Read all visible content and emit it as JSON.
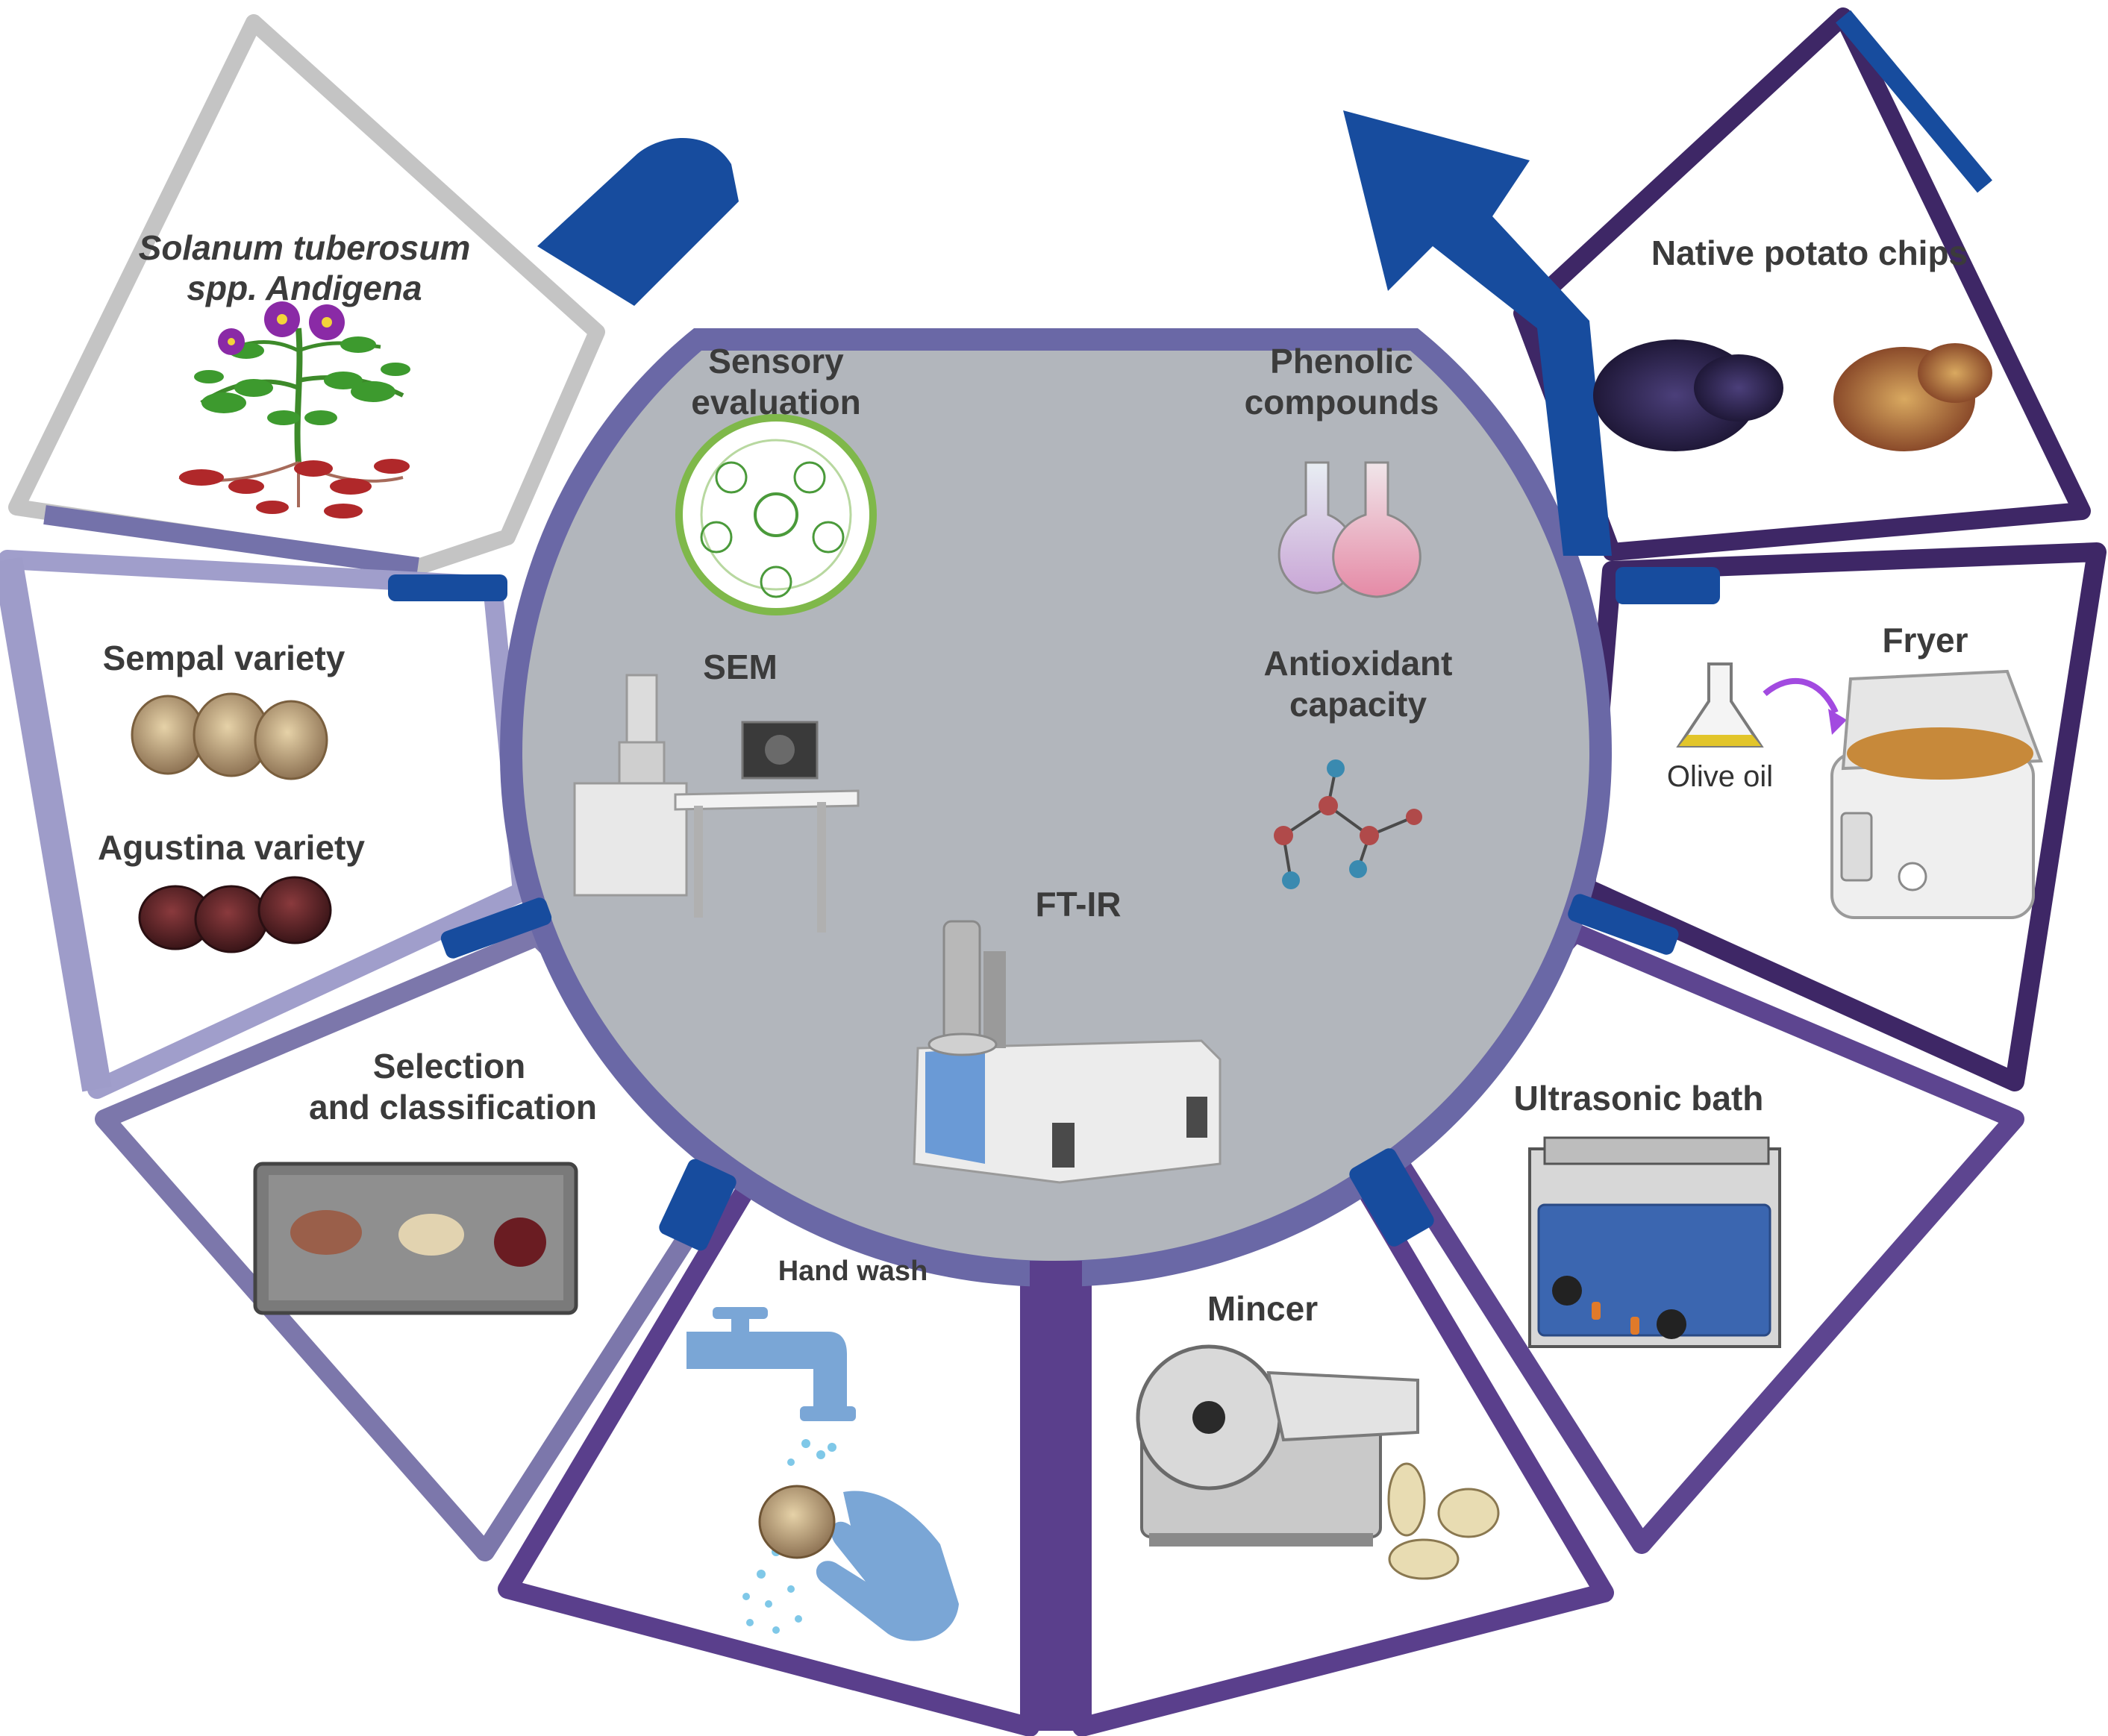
{
  "center": {
    "sensory": [
      "Sensory",
      "evaluation"
    ],
    "phenolic": [
      "Phenolic",
      "compounds"
    ],
    "sem": "SEM",
    "antioxidant": [
      "Antioxidant",
      "capacity"
    ],
    "ftir": "FT-IR"
  },
  "steps": {
    "plant": [
      "Solanum tuberosum",
      "spp. Andigena"
    ],
    "sempal": "Sempal variety",
    "agustina": "Agustina variety",
    "selection": [
      "Selection",
      "and classification"
    ],
    "handwash": "Hand wash",
    "mincer": "Mincer",
    "ultrasonic": "Ultrasonic bath",
    "fryer": "Fryer",
    "olive_oil": "Olive oil",
    "chips": "Native potato chips"
  },
  "icons": {
    "plant": "potato-plant-icon",
    "sempal": "sempal-potatoes-icon",
    "agustina": "agustina-potatoes-icon",
    "tray": "potato-tray-icon",
    "faucet": "faucet-icon",
    "slicer": "slicer-icon",
    "bath": "ultrasonic-bath-icon",
    "flask": "olive-oil-flask-icon",
    "fryer": "fryer-icon",
    "chips": "potato-chips-icon",
    "sensory": "sensory-wheel-icon",
    "flasks": "flasks-icon",
    "sem": "sem-microscope-icon",
    "molecule": "molecule-icon",
    "ftir": "ftir-spectrometer-icon"
  },
  "colors": {
    "hub": "#b2b6bc",
    "ring_inner": "#6a68a6",
    "arrow": "#174c9e",
    "plant_frame": "#c4c4c4",
    "deep_purple": "#3e2766",
    "mid_purple": "#5a3f8c",
    "light_purple": "#9e9cc9"
  }
}
